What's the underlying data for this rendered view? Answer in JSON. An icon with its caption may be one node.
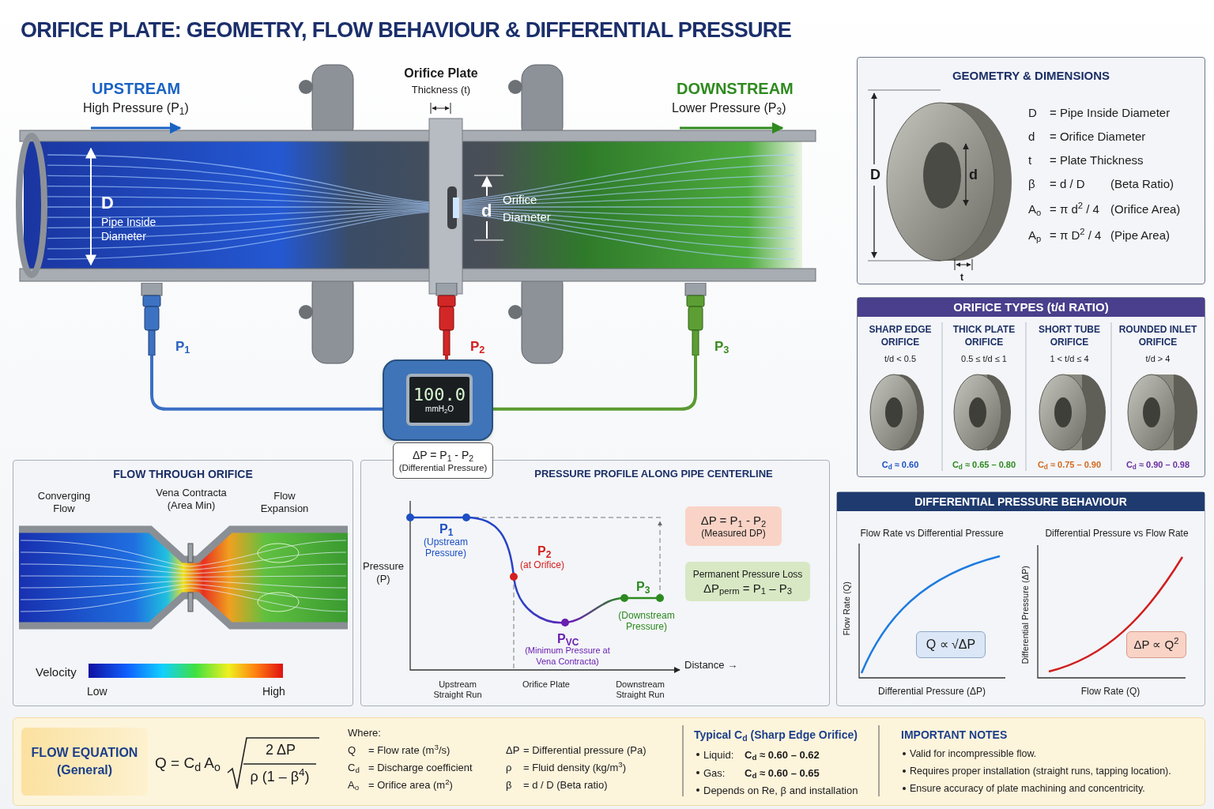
{
  "diagram": {
    "title": "ORIFICE PLATE: GEOMETRY, FLOW BEHAVIOUR & DIFFERENTIAL PRESSURE",
    "nodes": [
      {
        "text": [
          "100.0",
          "mmH$_{2}$O"
        ]
      },
      {
        "text": [
          "P$_{1}$"
        ]
      },
      {
        "text": [
          "P$_{2}$"
        ]
      },
      {
        "text": [
          "P$_{3}$"
        ]
      },
      {
        "text": [
          "ΔP = P$_{1}$ - P$_{2}$",
          "(Differential Pressure)"
        ]
      },
      {
        "text": [
          "GEOMETRY & DIMENSIONS"
        ]
      },
      {
        "text": [
          "ORIFICE TYPES (t/d RATIO)"
        ]
      },
      {
        "text": [
          "FLOW THROUGH ORIFICE"
        ]
      },
      {
        "text": [
          "PRESSURE PROFILE ALONG PIPE CENTERLINE"
        ]
      },
      {
        "text": [
          "ΔP = P$_{1}$ - P$_{2}$",
          "(Measured DP)"
        ],
        "in": 8
      },
      {
        "text": [
          "Permanent Pressure Loss",
          "ΔP$_{perm}$ = P$_{1}$ – P$_{3}$"
        ],
        "in": 8
      },
      {
        "text": [
          "DIFFERENTIAL PRESSURE BEHAVIOUR"
        ]
      },
      {
        "text": [
          "Q ∝ √ΔP"
        ],
        "in": 11
      },
      {
        "text": [
          "ΔP ∝ Q$^{2}$"
        ],
        "in": 11
      },
      {
        "text": [],
        "shape": "box"
      },
      {
        "text": [
          "FLOW EQUATION",
          "(General)"
        ],
        "in": 14
      }
    ],
    "edges": [
      {
        "from": 1,
        "to": 0,
        "arrow": "none",
        "color": "#3b6fc4"
      },
      {
        "from": 2,
        "to": 0,
        "arrow": "none",
        "color": "#c62828"
      },
      {
        "from": 3,
        "to": 0,
        "arrow": "none",
        "color": "#5a9a32"
      }
    ],
    "labels": [
      "UPSTREAM",
      "High Pressure (P$_{1}$)",
      "Orifice Plate",
      "Thickness (t)",
      "DOWNSTREAM",
      "Lower Pressure (P$_{3}$)",
      "D",
      "Pipe Inside Diameter",
      "d",
      "Orifice Diameter",
      "D",
      "d",
      "t",
      "D",
      "= Pipe Inside Diameter",
      "d",
      "= Orifice Diameter",
      "t",
      "= Plate Thickness",
      "β",
      "= d / D",
      "(Beta Ratio)",
      "A$_{o}$",
      "= π d$^{2}$ / 4",
      "(Orifice Area)",
      "A$_{p}$",
      "= π D$^{2}$ / 4",
      "(Pipe Area)",
      "SHARP EDGE ORIFICE",
      "t/d < 0.5",
      "C$_{d}$ ≈ 0.60",
      "THICK PLATE ORIFICE",
      "0.5 ≤ t/d ≤ 1",
      "C$_{d}$ ≈ 0.65 – 0.80",
      "SHORT TUBE ORIFICE",
      "1 < t/d ≤ 4",
      "C$_{d}$ ≈ 0.75 – 0.90",
      "ROUNDED INLET ORIFICE",
      "t/d > 4",
      "C$_{d}$ ≈ 0.90 – 0.98",
      "Converging Flow",
      "Vena Contracta (Area Min)",
      "Flow Expansion",
      "Velocity",
      "Low",
      "High",
      "Pressure (P)",
      "P$_{1}$",
      "(Upstream Pressure)",
      "P$_{2}$",
      "(at Orifice)",
      "P$_{3}$",
      "(Downstream Pressure)",
      "P$_{VC}$",
      "(Minimum Pressure at Vena Contracta)",
      "Distance →",
      "Upstream Straight Run",
      "Orifice Plate",
      "Downstream Straight Run",
      "Flow Rate vs Differential Pressure",
      "Differential Pressure vs Flow Rate",
      "Flow Rate (Q)",
      "Differential Pressure (ΔP)",
      "Differential Pressure (ΔP)",
      "Flow Rate (Q)",
      "Q = C$_{d}$ A$_{o}$",
      "2 ΔP",
      "ρ (1 – β$^{4}$)",
      "Where:",
      "Q",
      "= Flow rate (m$^{3}$/s)",
      "C$_{d}$",
      "= Discharge coefficient",
      "A$_{o}$",
      "= Orifice area (m$^{2}$)",
      "ΔP",
      "= Differential pressure (Pa)",
      "ρ",
      "= Fluid density (kg/m$^{3}$)",
      "β",
      "= d / D  (Beta ratio)",
      "Typical C$_{d}$ (Sharp Edge Orifice)",
      "Liquid:",
      "C$_{d}$ ≈ 0.60 – 0.62",
      "Gas:",
      "C$_{d}$ ≈ 0.60 – 0.65",
      "Depends on Re, β and installation",
      "IMPORTANT NOTES",
      "Valid for incompressible flow.",
      "Requires proper installation (straight runs, tapping location).",
      "Ensure accuracy of plate machining and concentricity."
    ]
  }
}
